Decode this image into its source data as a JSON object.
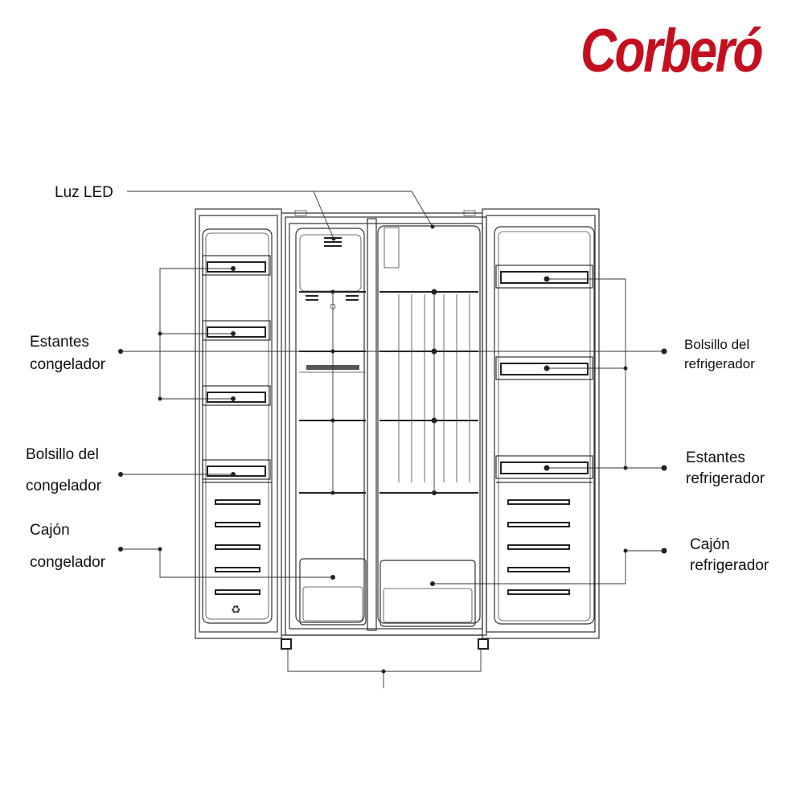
{
  "brand": {
    "name": "Corberó",
    "color": "#c40f1f"
  },
  "labels": {
    "luz_led": "Luz LED",
    "estantes_congelador": [
      "Estantes",
      "congelador"
    ],
    "bolsillo_congelador": [
      "Bolsillo del",
      "congelador"
    ],
    "cajon_congelador": [
      "Cajón",
      "congelador"
    ],
    "bolsillo_refrigerador": [
      "Bolsillo del",
      "refrigerador"
    ],
    "estantes_refrigerador": [
      "Estantes",
      "refrigerador"
    ],
    "cajon_refrigerador": [
      "Cajón",
      "refrigerador"
    ]
  }
}
